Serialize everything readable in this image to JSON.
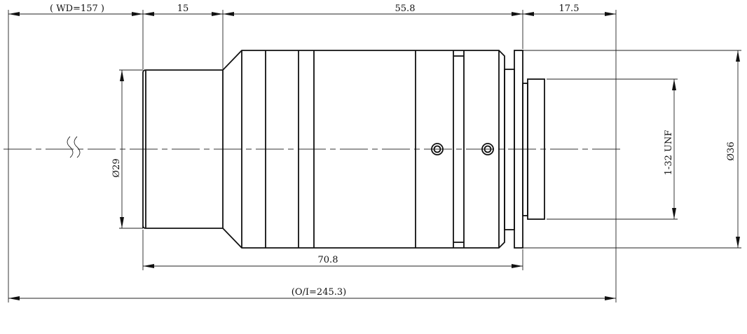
{
  "drawing": {
    "dimensions": {
      "working_distance": "( WD=157 )",
      "front_length": "15",
      "body_length": "55.8",
      "flange_distance": "17.5",
      "total_lens_length": "70.8",
      "object_to_image": "(O/I=245.3)",
      "front_diameter": "Ø29",
      "mount_thread": "1-32 UNF",
      "body_diameter": "Ø36"
    },
    "colors": {
      "line": "#111111",
      "background": "#ffffff"
    }
  }
}
